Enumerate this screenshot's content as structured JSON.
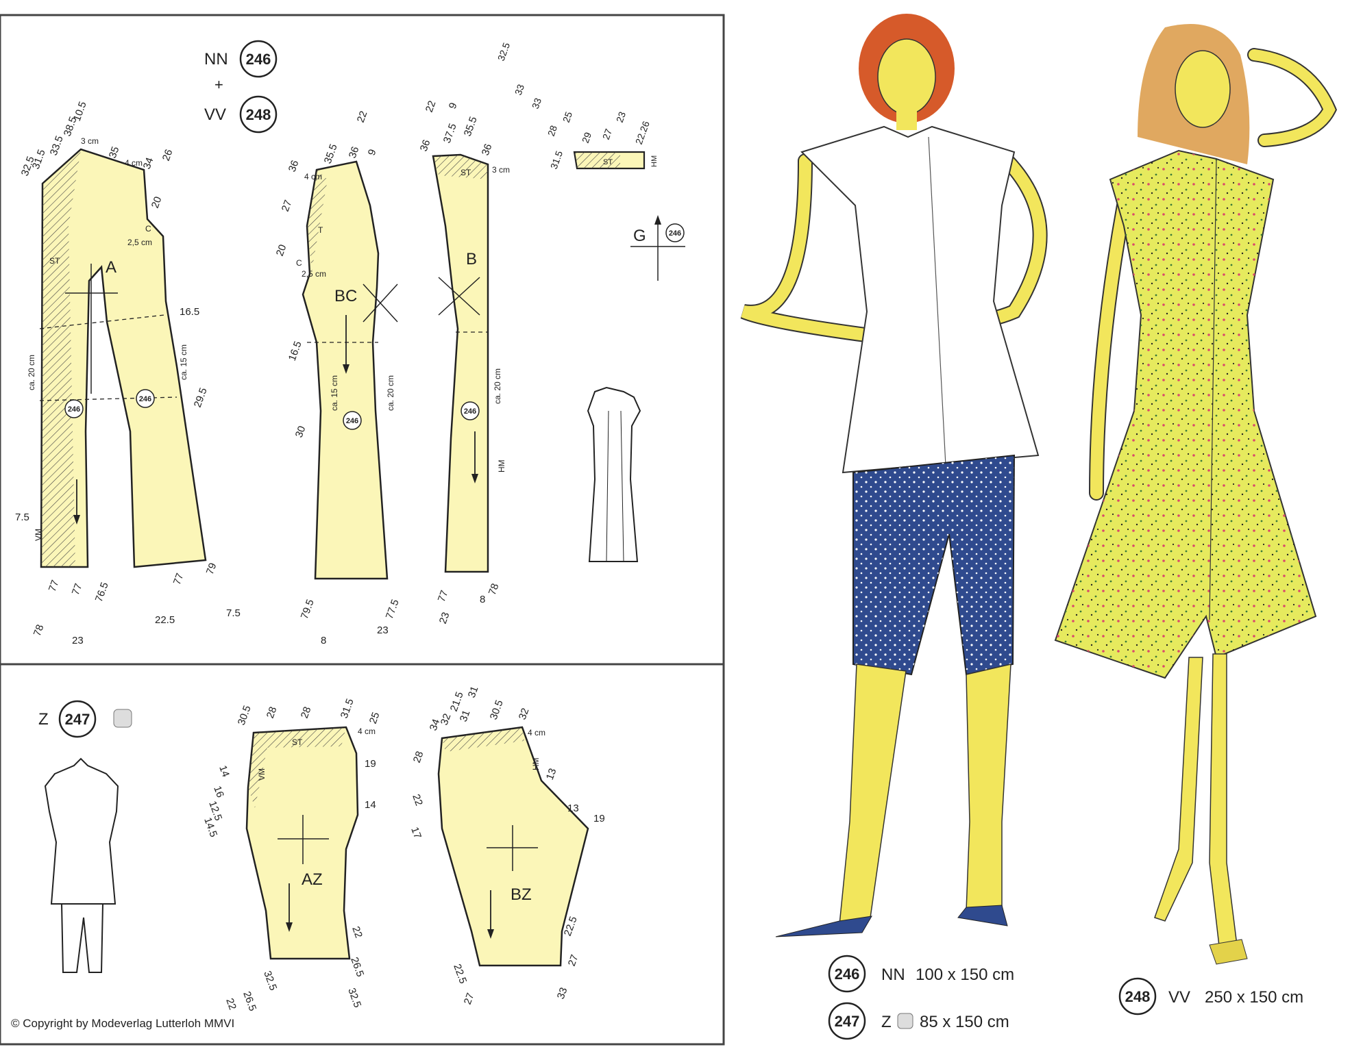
{
  "header": {
    "nn_label": "NN",
    "nn_number": "246",
    "plus": "+",
    "vv_label": "VV",
    "vv_number": "248"
  },
  "grain_marker": {
    "label": "G",
    "number": "246"
  },
  "pieces": {
    "A": {
      "label": "A",
      "stamp": "246",
      "measurements": [
        "32.5",
        "31.5",
        "33.5",
        "38.5",
        "10.5",
        "35",
        "34",
        "26",
        "20",
        "16.5",
        "29.5",
        "79",
        "7.5",
        "22.5",
        "77",
        "76.5",
        "77",
        "77",
        "78",
        "23",
        "7.5"
      ],
      "notes": [
        "3 cm",
        "4 cm",
        "2,5 cm",
        "ca. 20 cm",
        "ca. 15 cm",
        "ST",
        "VM",
        "C"
      ]
    },
    "BC": {
      "label": "BC",
      "stamp": "246",
      "measurements": [
        "36",
        "35.5",
        "36",
        "22",
        "9",
        "27",
        "20",
        "16.5",
        "30",
        "79.5",
        "77.5",
        "8",
        "23"
      ],
      "notes": [
        "4 cm",
        "2,5 cm",
        "ca. 15 cm",
        "ca. 20 cm",
        "T",
        "C"
      ]
    },
    "B": {
      "label": "B",
      "stamp": "246",
      "measurements": [
        "36",
        "22",
        "37.5",
        "9",
        "35.5",
        "36",
        "77",
        "78",
        "23",
        "8"
      ],
      "notes": [
        "3 cm",
        "ca. 20 cm",
        "ST",
        "HM"
      ]
    },
    "collar": {
      "measurements": [
        "32.5",
        "33",
        "33",
        "28",
        "25",
        "29",
        "27",
        "23",
        "22.26",
        "31.5"
      ],
      "notes": [
        "ST",
        "HM"
      ]
    },
    "AZ": {
      "label": "AZ",
      "measurements": [
        "30.5",
        "28",
        "28",
        "31.5",
        "25",
        "14",
        "16",
        "12.5",
        "14.5",
        "19",
        "14",
        "22",
        "26.5",
        "32.5",
        "32.5",
        "26.5",
        "22"
      ],
      "notes": [
        "4 cm",
        "ST",
        "VM"
      ]
    },
    "BZ": {
      "label": "BZ",
      "measurements": [
        "34",
        "32",
        "21.5",
        "31",
        "31",
        "30.5",
        "32",
        "28",
        "22",
        "17",
        "13",
        "13",
        "19",
        "22.5",
        "27",
        "33",
        "27",
        "22.5"
      ],
      "notes": [
        "4 cm",
        "HM"
      ]
    }
  },
  "z_header": {
    "label": "Z",
    "number": "247"
  },
  "copyright": "© Copyright by Modeverlag Lutterloh MMVI",
  "legend": [
    {
      "number": "246",
      "code": "NN",
      "size": "100 x 150 cm"
    },
    {
      "number": "247",
      "code": "Z",
      "size": "85 x 150 cm"
    },
    {
      "number": "248",
      "code": "VV",
      "size": "250 x 150 cm"
    }
  ],
  "colors": {
    "pattern_fill": "#fbf6b8",
    "dress_fill": "#e6ea5e",
    "pants_fill": "#2f4a8e",
    "skin": "#f2e65c",
    "outline": "#222222"
  }
}
